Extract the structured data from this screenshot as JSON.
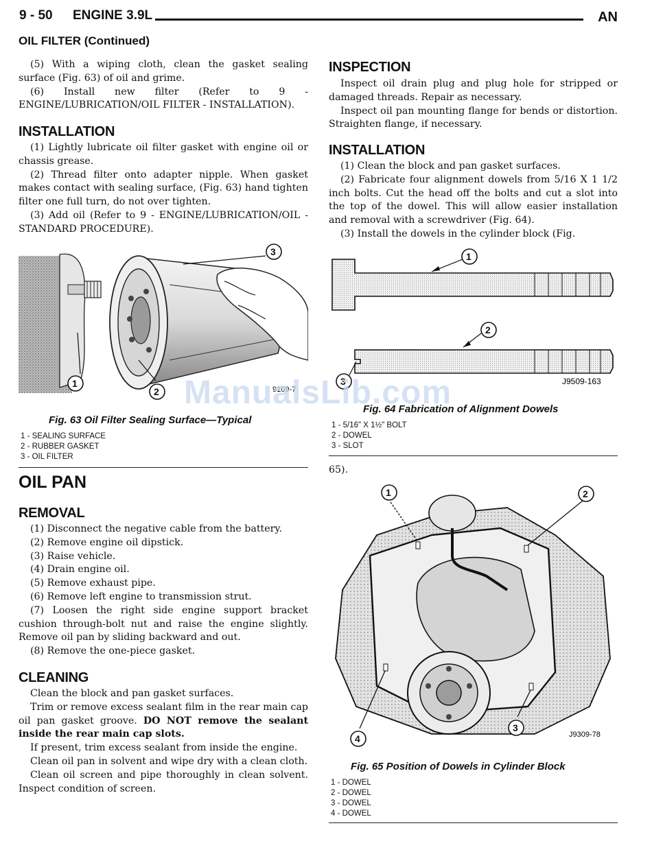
{
  "header": {
    "page_number": "9 - 50",
    "section": "ENGINE 3.9L",
    "tag": "AN"
  },
  "left": {
    "continued_title": "OIL FILTER (Continued)",
    "intro": [
      "(5) With a wiping cloth, clean the gasket sealing surface (Fig. 63) of oil and grime.",
      "(6) Install new filter (Refer to 9 - ENGINE/LUBRICATION/OIL FILTER - INSTALLATION)."
    ],
    "installation_heading": "INSTALLATION",
    "installation_steps": [
      "(1) Lightly lubricate oil filter gasket with engine oil or chassis grease.",
      "(2) Thread filter onto adapter nipple. When gasket makes contact with sealing surface, (Fig. 63) hand tighten filter one full turn, do not over tighten.",
      "(3) Add oil (Refer to 9 - ENGINE/LUBRICATION/OIL - STANDARD PROCEDURE)."
    ],
    "fig63": {
      "code": "9109-7",
      "caption": "Fig. 63 Oil Filter Sealing Surface—Typical",
      "callouts": [
        "1",
        "2",
        "3"
      ],
      "legend": [
        "1 - SEALING SURFACE",
        "2 - RUBBER GASKET",
        "3 - OIL FILTER"
      ]
    },
    "oil_pan_title": "OIL PAN",
    "removal_heading": "REMOVAL",
    "removal_steps": [
      "(1) Disconnect the negative cable from the battery.",
      "(2) Remove engine oil dipstick.",
      "(3) Raise vehicle.",
      "(4) Drain engine oil.",
      "(5) Remove exhaust pipe.",
      "(6) Remove left engine to transmission strut.",
      "(7) Loosen the right side engine support bracket cushion through-bolt nut and raise the engine slightly. Remove oil pan by sliding backward and out.",
      "(8) Remove the one-piece gasket."
    ],
    "cleaning_heading": "CLEANING",
    "cleaning": {
      "p1": "Clean the block and pan gasket surfaces.",
      "p2_text": "Trim or remove excess sealant film in the rear main cap oil pan gasket groove. ",
      "p2_bold": "DO NOT remove the sealant inside the rear main cap slots.",
      "p3": "If present, trim excess sealant from inside the engine.",
      "p4": "Clean oil pan in solvent and wipe dry with a clean cloth.",
      "p5": "Clean oil screen and pipe thoroughly in clean solvent. Inspect condition of screen."
    }
  },
  "right": {
    "inspection_heading": "INSPECTION",
    "inspection": [
      "Inspect oil drain plug and plug hole for stripped or damaged threads. Repair as necessary.",
      "Inspect oil pan mounting flange for bends or distortion. Straighten flange, if necessary."
    ],
    "installation_heading": "INSTALLATION",
    "installation_steps": [
      "(1) Clean the block and pan gasket surfaces.",
      "(2) Fabricate four alignment dowels from 5/16 X 1 1/2 inch bolts. Cut the head off the bolts and cut a slot into the top of the dowel. This will allow easier installation and removal with a screwdriver (Fig. 64).",
      "(3) Install the dowels in the cylinder block (Fig."
    ],
    "fig64": {
      "code": "J9509-163",
      "caption": "Fig. 64 Fabrication of Alignment Dowels",
      "callouts": [
        "1",
        "2",
        "3"
      ],
      "legend": [
        "1 - 5/16\" X 1½\" BOLT",
        "2 - DOWEL",
        "3 - SLOT"
      ]
    },
    "continuation": "65).",
    "fig65": {
      "code": "J9309-78",
      "caption": "Fig. 65 Position of Dowels in Cylinder Block",
      "callouts": [
        "1",
        "2",
        "3",
        "4"
      ],
      "legend": [
        "1 - DOWEL",
        "2 - DOWEL",
        "3 - DOWEL",
        "4 - DOWEL"
      ]
    }
  },
  "watermark": "ManualsLib.com"
}
